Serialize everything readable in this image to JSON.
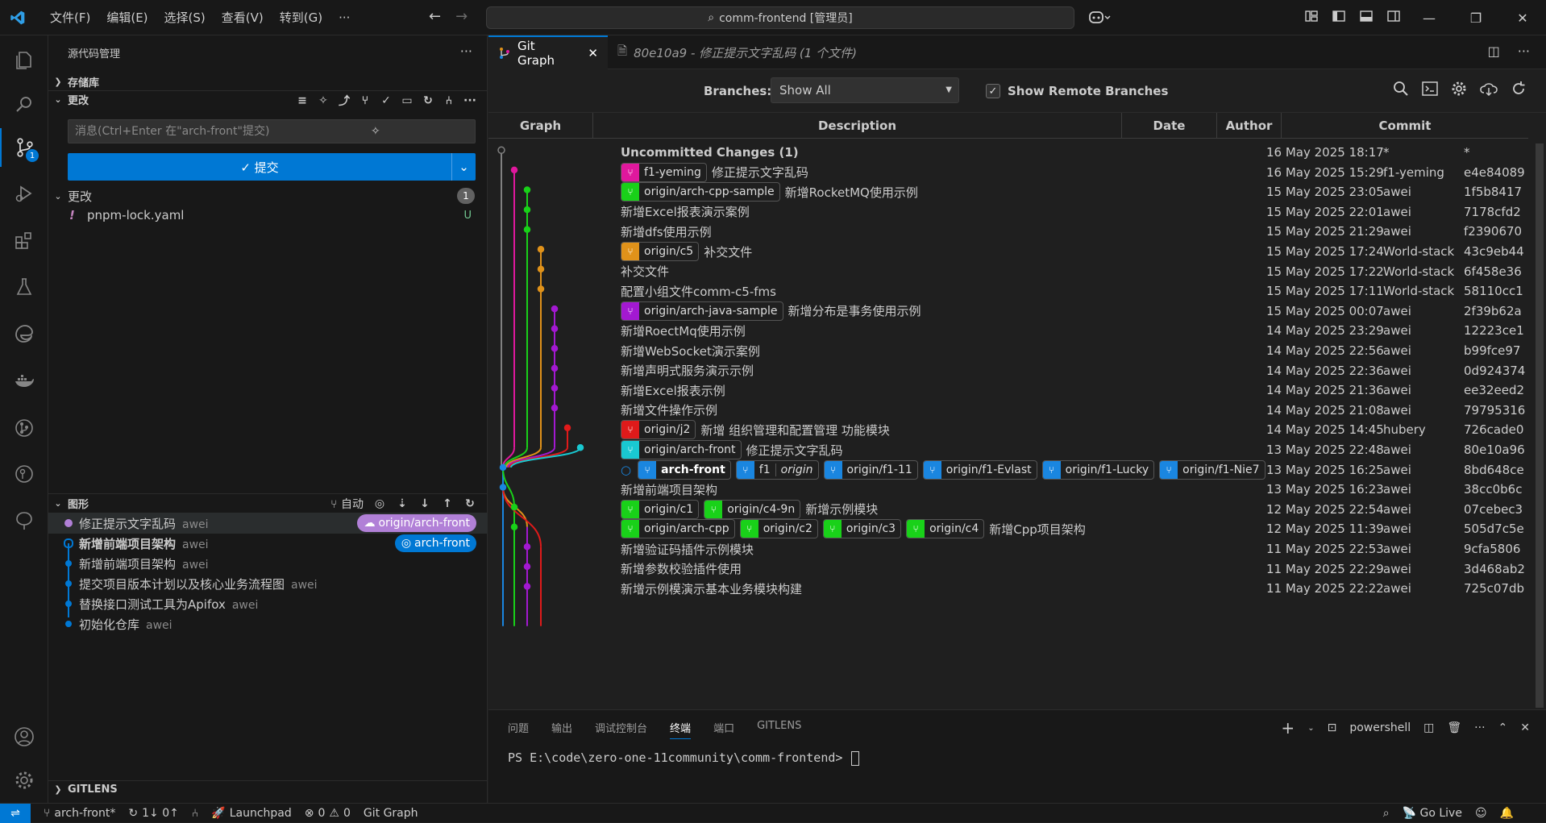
{
  "menu": [
    "文件(F)",
    "编辑(E)",
    "选择(S)",
    "查看(V)",
    "转到(G)",
    "···"
  ],
  "search": {
    "text": "comm-frontend [管理员]"
  },
  "colors": {
    "accent": "#0078d4",
    "pink": "#e0189d",
    "green": "#19d119",
    "orange": "#e0921a",
    "purple": "#a319d1",
    "red": "#e01a1a",
    "cyan": "#19c8d1",
    "blue": "#1a86e0"
  },
  "sidebar": {
    "title": "源代码管理",
    "repos_label": "存储库",
    "changes_label": "更改",
    "message_placeholder": "消息(Ctrl+Enter 在\"arch-front\"提交)",
    "commit_label": "✓ 提交",
    "changes_group": "更改",
    "changes_count": "1",
    "file": {
      "name": "pnpm-lock.yaml",
      "status": "U",
      "icon": "!"
    },
    "graph_label": "图形",
    "graph_auto": "自动",
    "graph_items": [
      {
        "text": "修正提示文字乱码",
        "author": "awei",
        "tag": "origin/arch-front",
        "bold": false
      },
      {
        "text": "新增前端项目架构",
        "author": "awei",
        "tag": "arch-front",
        "bold": true
      },
      {
        "text": "新增前端项目架构",
        "author": "awei",
        "tag": "",
        "bold": false
      },
      {
        "text": "提交项目版本计划以及核心业务流程图",
        "author": "awei",
        "tag": "",
        "bold": false
      },
      {
        "text": "替换接口测试工具为Apifox",
        "author": "awei",
        "tag": "",
        "bold": false
      },
      {
        "text": "初始化仓库",
        "author": "awei",
        "tag": "",
        "bold": false
      }
    ],
    "gitlens_label": "GITLENS",
    "scm_badge": "1"
  },
  "tabs": [
    {
      "label": "Git Graph",
      "active": true
    },
    {
      "label": "80e10a9 - 修正提示文字乱码 (1 个文件)",
      "active": false
    }
  ],
  "controls": {
    "branches_label": "Branches:",
    "branches_value": "Show All",
    "remote_label": "Show Remote Branches",
    "remote_checked": true
  },
  "columns": [
    "Graph",
    "Description",
    "Date",
    "Author",
    "Commit"
  ],
  "rows": [
    {
      "refs": [],
      "msg": "Uncommitted Changes (1)",
      "date": "16 May 2025 18:17",
      "author": "*",
      "commit": "*",
      "bold": true
    },
    {
      "refs": [
        {
          "name": "f1-yeming",
          "color": "#e0189d"
        }
      ],
      "msg": "修正提示文字乱码",
      "date": "16 May 2025 15:29",
      "author": "f1-yeming",
      "commit": "e4e84089"
    },
    {
      "refs": [
        {
          "name": "origin/arch-cpp-sample",
          "color": "#19d119"
        }
      ],
      "msg": "新增RocketMQ使用示例",
      "date": "15 May 2025 23:05",
      "author": "awei",
      "commit": "1f5b8417"
    },
    {
      "refs": [],
      "msg": "新增Excel报表演示案例",
      "date": "15 May 2025 22:01",
      "author": "awei",
      "commit": "7178cfd2"
    },
    {
      "refs": [],
      "msg": "新增dfs使用示例",
      "date": "15 May 2025 21:29",
      "author": "awei",
      "commit": "f2390670"
    },
    {
      "refs": [
        {
          "name": "origin/c5",
          "color": "#e0921a"
        }
      ],
      "msg": "补交文件",
      "date": "15 May 2025 17:24",
      "author": "World-stack",
      "commit": "43c9eb44"
    },
    {
      "refs": [],
      "msg": "补交文件",
      "date": "15 May 2025 17:22",
      "author": "World-stack",
      "commit": "6f458e36"
    },
    {
      "refs": [],
      "msg": "配置小组文件comm-c5-fms",
      "date": "15 May 2025 17:11",
      "author": "World-stack",
      "commit": "58110cc1"
    },
    {
      "refs": [
        {
          "name": "origin/arch-java-sample",
          "color": "#a319d1"
        }
      ],
      "msg": "新增分布是事务使用示例",
      "date": "15 May 2025 00:07",
      "author": "awei",
      "commit": "2f39b62a"
    },
    {
      "refs": [],
      "msg": "新增RoectMq使用示例",
      "date": "14 May 2025 23:29",
      "author": "awei",
      "commit": "12223ce1"
    },
    {
      "refs": [],
      "msg": "新增WebSocket演示案例",
      "date": "14 May 2025 22:56",
      "author": "awei",
      "commit": "b99fce97"
    },
    {
      "refs": [],
      "msg": "新增声明式服务演示示例",
      "date": "14 May 2025 22:36",
      "author": "awei",
      "commit": "0d924374"
    },
    {
      "refs": [],
      "msg": "新增Excel报表示例",
      "date": "14 May 2025 21:36",
      "author": "awei",
      "commit": "ee32eed2"
    },
    {
      "refs": [],
      "msg": "新增文件操作示例",
      "date": "14 May 2025 21:08",
      "author": "awei",
      "commit": "79795316"
    },
    {
      "refs": [
        {
          "name": "origin/j2",
          "color": "#e01a1a"
        }
      ],
      "msg": "新增 组织管理和配置管理 功能模块",
      "date": "14 May 2025 14:45",
      "author": "hubery",
      "commit": "726cade0"
    },
    {
      "refs": [
        {
          "name": "origin/arch-front",
          "color": "#19c8d1"
        }
      ],
      "msg": "修正提示文字乱码",
      "date": "13 May 2025 22:48",
      "author": "awei",
      "commit": "80e10a96"
    },
    {
      "refs": [
        {
          "name": "arch-front",
          "color": "#1a86e0",
          "bold": true
        },
        {
          "name": "f1",
          "color": "#1a86e0",
          "remote": "origin"
        },
        {
          "name": "origin/f1-11",
          "color": "#1a86e0"
        },
        {
          "name": "origin/f1-Evlast",
          "color": "#1a86e0"
        },
        {
          "name": "origin/f1-Lucky",
          "color": "#1a86e0"
        },
        {
          "name": "origin/f1-Nie7",
          "color": "#1a86e0"
        }
      ],
      "msg": "",
      "date": "13 May 2025 16:25",
      "author": "awei",
      "commit": "8bd648ce",
      "head": true
    },
    {
      "refs": [],
      "msg": "新增前端项目架构",
      "date": "13 May 2025 16:23",
      "author": "awei",
      "commit": "38cc0b6c"
    },
    {
      "refs": [
        {
          "name": "origin/c1",
          "color": "#19d119"
        },
        {
          "name": "origin/c4-9n",
          "color": "#19d119"
        }
      ],
      "msg": "新增示例模块",
      "date": "12 May 2025 22:54",
      "author": "awei",
      "commit": "07cebec3"
    },
    {
      "refs": [
        {
          "name": "origin/arch-cpp",
          "color": "#19d119"
        },
        {
          "name": "origin/c2",
          "color": "#19d119"
        },
        {
          "name": "origin/c3",
          "color": "#19d119"
        },
        {
          "name": "origin/c4",
          "color": "#19d119"
        }
      ],
      "msg": "新增Cpp项目架构",
      "date": "12 May 2025 11:39",
      "author": "awei",
      "commit": "505d7c5e"
    },
    {
      "refs": [],
      "msg": "新增验证码插件示例模块",
      "date": "11 May 2025 22:53",
      "author": "awei",
      "commit": "9cfa5806"
    },
    {
      "refs": [],
      "msg": "新增参数校验插件使用",
      "date": "11 May 2025 22:29",
      "author": "awei",
      "commit": "3d468ab2"
    },
    {
      "refs": [],
      "msg": "新增示例模演示基本业务模块构建",
      "date": "11 May 2025 22:22",
      "author": "awei",
      "commit": "725c07db"
    }
  ],
  "panel": {
    "tabs": [
      "问题",
      "输出",
      "调试控制台",
      "终端",
      "端口",
      "GITLENS"
    ],
    "active_tab": "终端",
    "shell": "powershell",
    "prompt": "PS E:\\code\\zero-one-11community\\comm-frontend> "
  },
  "status": {
    "branch": "arch-front*",
    "sync": "1↓ 0↑",
    "launchpad": "Launchpad",
    "problems": "0",
    "warnings": "0",
    "gitgraph": "Git Graph",
    "golive": "Go Live"
  }
}
